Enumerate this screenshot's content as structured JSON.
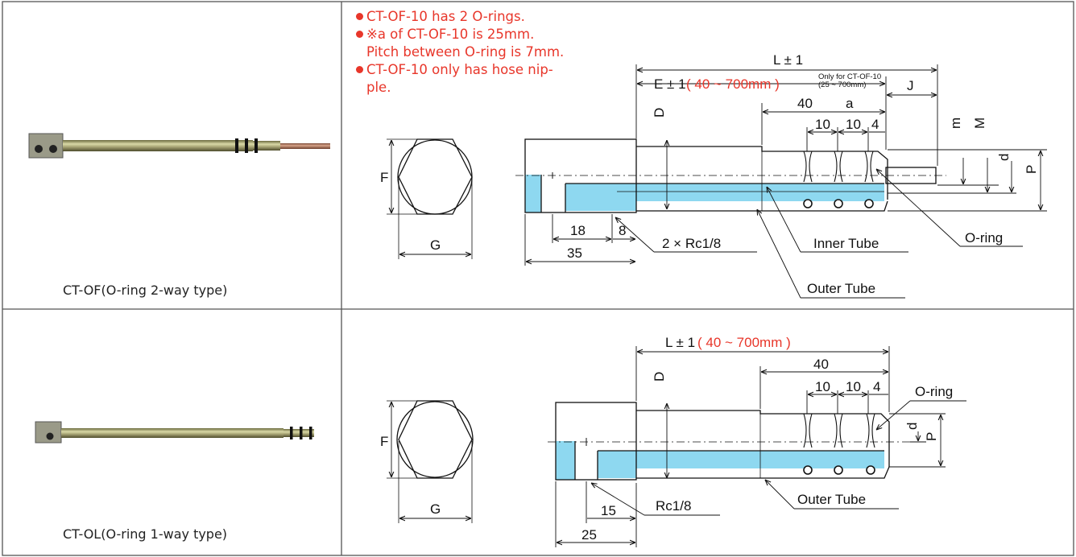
{
  "rows": [
    {
      "caption": "CT-OF(O-ring 2-way type)",
      "notes": [
        {
          "bullet": true,
          "text": "CT-OF-10 has 2 O-rings."
        },
        {
          "bullet": true,
          "text": "※a of CT-OF-10 is 25mm."
        },
        {
          "bullet": false,
          "text": "Pitch between O-ring is 7mm."
        },
        {
          "bullet": true,
          "text": "CT-OF-10 only has hose nip-"
        },
        {
          "bullet": false,
          "text": "ple."
        }
      ],
      "labels": {
        "L": "L ± 1",
        "E": "E ± 1",
        "range": "( 40 ~ 700mm )",
        "only_for_1": "Only for CT-OF-10",
        "only_for_2": "(25 ~ 700mm)",
        "J": "J",
        "D": "D",
        "F": "F",
        "G": "G",
        "m": "m",
        "M": "M",
        "d": "d",
        "P": "P",
        "d40": "40",
        "a": "a",
        "d10a": "10",
        "d10b": "10",
        "d4": "4",
        "d18": "18",
        "d8": "8",
        "d35": "35",
        "rc": "2 × Rc1/8",
        "inner": "Inner Tube",
        "oring": "O-ring",
        "outer": "Outer Tube"
      }
    },
    {
      "caption": "CT-OL(O-ring 1-way type)",
      "labels": {
        "L": "L ± 1",
        "range": "( 40 ~ 700mm )",
        "D": "D",
        "F": "F",
        "G": "G",
        "d40": "40",
        "d10a": "10",
        "d10b": "10",
        "d4": "4",
        "oring": "O-ring",
        "d": "d",
        "P": "P",
        "rc": "Rc1/8",
        "outer": "Outer Tube",
        "d15": "15",
        "d25": "25"
      }
    }
  ],
  "colors": {
    "accent_red": "#e8362a",
    "fill_blue": "#8ed8f0",
    "frame": "#555555"
  }
}
